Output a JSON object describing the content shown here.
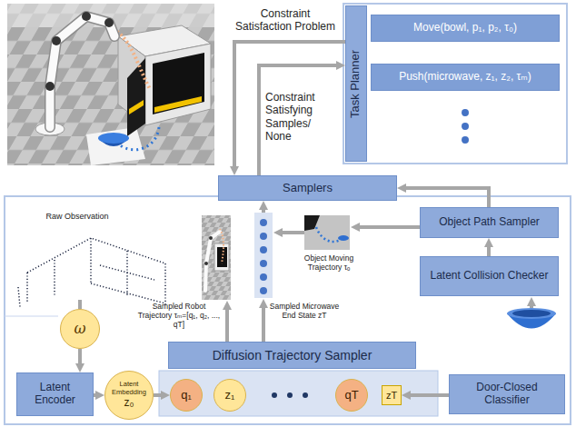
{
  "diagram": {
    "nodes": [
      {
        "text": [
          "Task Planner"
        ]
      },
      {
        "text": [
          "Move(bowl, p₁, p₂, τ₀)"
        ]
      },
      {
        "text": [
          "Push(microwave, z₁, z₂, τₘ)"
        ]
      },
      {
        "text": [
          "Samplers"
        ]
      },
      {
        "text": [
          "Object Path Sampler"
        ]
      },
      {
        "text": [
          "Latent Collision Checker"
        ]
      },
      {
        "text": [
          "Door-Closed Classifier"
        ]
      },
      {
        "text": [
          "Diffusion Trajectory Sampler"
        ]
      },
      {
        "text": [
          "ω"
        ]
      },
      {
        "text": [
          "Latent Encoder"
        ]
      },
      {
        "text": [
          "Latent Embedding",
          "z₀"
        ]
      },
      {
        "text": [
          "q₁"
        ]
      },
      {
        "text": [
          "z₁"
        ]
      },
      {
        "text": [
          "qT"
        ]
      },
      {
        "text": [
          "zT"
        ]
      }
    ],
    "edges": [
      {
        "from": 0,
        "to": 3,
        "arrow": "to",
        "label": "Constraint Satisfaction Problem"
      },
      {
        "from": 3,
        "to": 0,
        "arrow": "to",
        "label": "Constraint Satisfying Samples/ None"
      },
      {
        "from": 5,
        "to": 4,
        "arrow": "to"
      },
      {
        "from": 4,
        "to": 3,
        "arrow": "to"
      },
      {
        "from": 8,
        "to": 9,
        "arrow": "to"
      },
      {
        "from": 9,
        "to": 10,
        "arrow": "to"
      },
      {
        "from": 10,
        "to": 11,
        "arrow": "to"
      },
      {
        "from": 6,
        "to": 14,
        "arrow": "to"
      }
    ],
    "labels": [
      "Raw Observation",
      "Sampled Robot Trajectory τₘ=[q₁, q₂, ..., qT]",
      "Sampled Microwave End State zT",
      "Object Moving Trajectory τₒ"
    ]
  }
}
